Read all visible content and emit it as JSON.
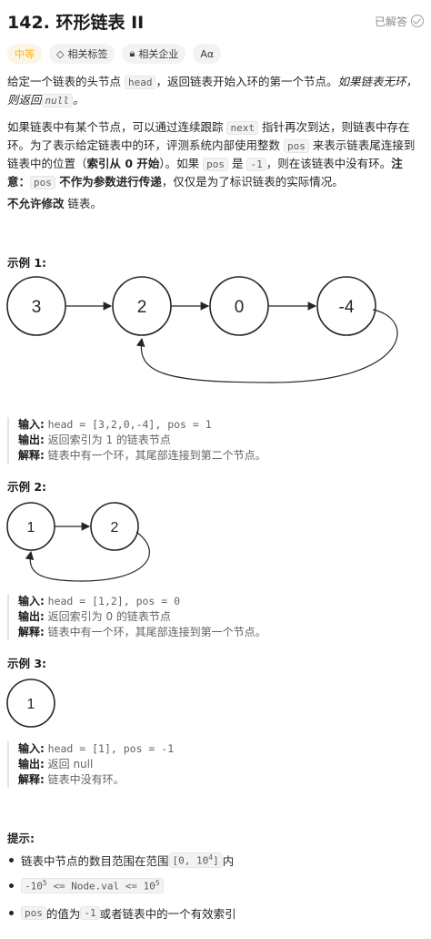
{
  "header": {
    "title": "142. 环形链表 II",
    "solved_label": "已解答"
  },
  "tags": {
    "difficulty": "中等",
    "topics": "相关标签",
    "companies": "相关企业",
    "font_toggle": "Aα"
  },
  "description": {
    "p1_a": "给定一个链表的头节点 ",
    "p1_code": "head",
    "p1_b": "，返回链表开始入环的第一个节点。",
    "p1_c": "如果链表无环，则返回",
    "p1_null": "null",
    "p1_d": "。",
    "p2_a": "如果链表中有某个节点，可以通过连续跟踪 ",
    "p2_code": "next",
    "p2_b": " 指针再次到达，则链表中存在环。为了表示给定链表中的环，评测系统内部使用整数 ",
    "p2_pos": "pos",
    "p2_c": " 来表示链表尾连接到链表中的位置（",
    "p2_bold1": "索引从 0 开始",
    "p2_d": "）。如果 ",
    "p2_pos2": "pos",
    "p2_e": " 是 ",
    "p2_neg": "-1",
    "p2_f": "，则在该链表中没有环。",
    "p2_note": "注意：",
    "p2_pos3": "pos",
    "p2_bold2": " 不作为参数进行传递",
    "p2_g": "，仅仅是为了标识链表的实际情况。",
    "p3_bold": "不允许修改",
    "p3_rest": " 链表。"
  },
  "examples": [
    {
      "title": "示例 1:",
      "nodes": [
        "3",
        "2",
        "0",
        "-4"
      ],
      "input_label": "输入:",
      "input": "head = [3,2,0,-4], pos = 1",
      "output_label": "输出:",
      "output": "返回索引为 1 的链表节点",
      "explain_label": "解释:",
      "explain": "链表中有一个环，其尾部连接到第二个节点。"
    },
    {
      "title": "示例 2:",
      "nodes": [
        "1",
        "2"
      ],
      "input_label": "输入:",
      "input": "head = [1,2], pos = 0",
      "output_label": "输出:",
      "output": "返回索引为 0 的链表节点",
      "explain_label": "解释:",
      "explain": "链表中有一个环，其尾部连接到第一个节点。"
    },
    {
      "title": "示例 3:",
      "nodes": [
        "1"
      ],
      "input_label": "输入:",
      "input": "head = [1], pos = -1",
      "output_label": "输出:",
      "output": "返回 null",
      "explain_label": "解释:",
      "explain": "链表中没有环。"
    }
  ],
  "hints": {
    "title": "提示:",
    "b1_a": "链表中节点的数目范围在范围 ",
    "b1_code_a": "[0, 10",
    "b1_sup": "4",
    "b1_code_b": "]",
    "b1_b": " 内",
    "b2_code_a": "-10",
    "b2_sup1": "5",
    "b2_code_b": " <= Node.val <= 10",
    "b2_sup2": "5",
    "b3_code": "pos",
    "b3_a": " 的值为 ",
    "b3_code2": "-1",
    "b3_b": " 或者链表中的一个有效索引"
  },
  "colors": {
    "difficulty": "#ffb800",
    "text": "#262626",
    "muted": "#636363"
  }
}
